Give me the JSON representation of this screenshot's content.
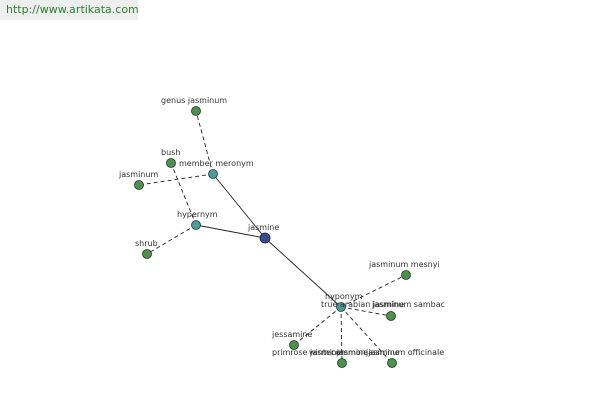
{
  "source_link": "http://www.artikata.com",
  "graph": {
    "center": "jasmine",
    "relations": {
      "member_meronym": "member meronym",
      "hypernym": "hypernym",
      "hyponym": "hyponym"
    },
    "terms": {
      "genus_jasminum": "genus jasminum",
      "bush": "bush",
      "jasminum": "jasminum",
      "shrub": "shrub",
      "jasminum_mesnyi": "jasminum mesnyi",
      "true_arabian": "true arabian jasmine",
      "jasminum_sambac": "jasminum sambac",
      "jessamine": "jessamine",
      "primrose_jasmine": "primrose jasmine",
      "winter_jasmine": "winter jasmine",
      "poets_jessamine": "common jasmine",
      "jasminum_officinale": "jasminum officinale"
    }
  },
  "colors": {
    "term_node": "#4f8f4f",
    "relation_node": "#4f9a9a",
    "center_node": "#3b4a8a"
  }
}
